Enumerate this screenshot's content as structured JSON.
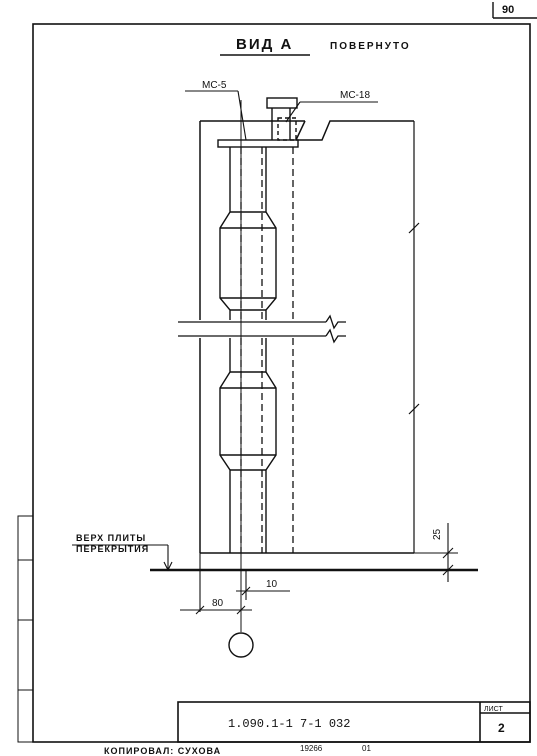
{
  "sheet": {
    "page_number": "90",
    "view_title": "ВИД А",
    "view_subtitle": "ПОВЕРНУТО",
    "labels": {
      "ms5": "МС-5",
      "ms18": "МС-18",
      "slab_top_line1": "ВЕРХ ПЛИТЫ",
      "slab_top_line2": "ПЕРЕКРЫТИЯ"
    },
    "dimensions": {
      "gap": "25",
      "offset": "10",
      "axis_distance": "80"
    }
  },
  "title_block": {
    "code": "1.090.1-1   7-1 032",
    "sheet_label": "ЛИСТ",
    "sheet_number": "2"
  },
  "footer": {
    "copied_by": "КОПИРОВАЛ: СУХОВА",
    "order_number": "19266",
    "extra": "01"
  },
  "colors": {
    "ink": "#111111",
    "paper": "#ffffff"
  }
}
